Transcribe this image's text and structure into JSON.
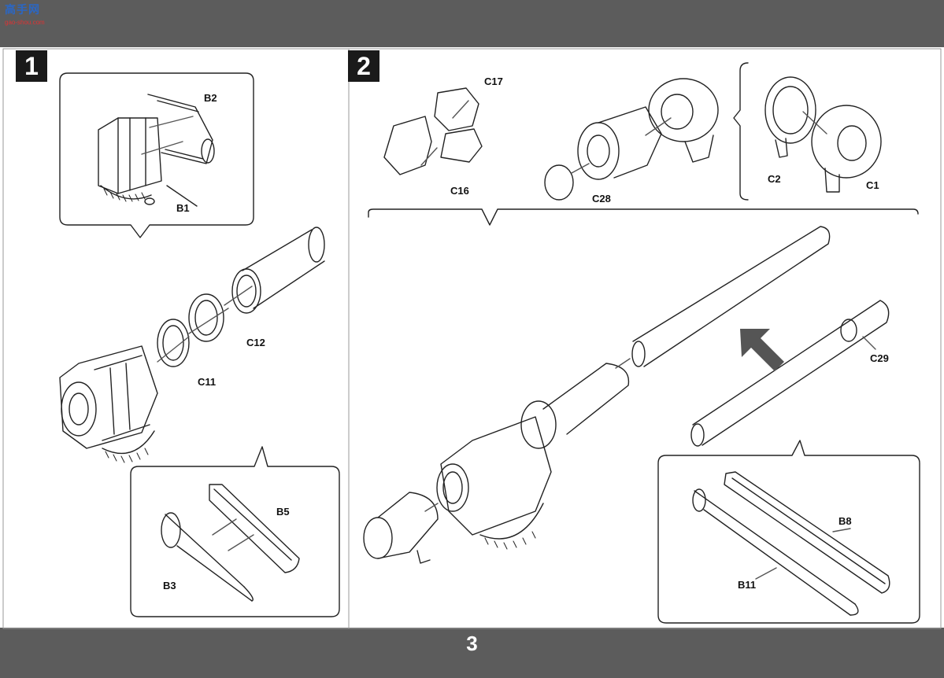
{
  "watermark": {
    "top": "高手网",
    "sub": "gao-shou.com"
  },
  "page_number": "3",
  "steps": [
    {
      "number": "1",
      "labels": {
        "b2": "B2",
        "b1": "B1",
        "c12": "C12",
        "c11": "C11",
        "b5": "B5",
        "b3": "B3"
      }
    },
    {
      "number": "2",
      "labels": {
        "c17": "C17",
        "c16": "C16",
        "c28": "C28",
        "c2": "C2",
        "c1": "C1",
        "c29": "C29",
        "b8": "B8",
        "b11": "B11"
      }
    }
  ],
  "colors": {
    "band": "#5c5c5c",
    "badge": "#1a1a1a",
    "line": "#222222",
    "arrow": "#555555"
  }
}
